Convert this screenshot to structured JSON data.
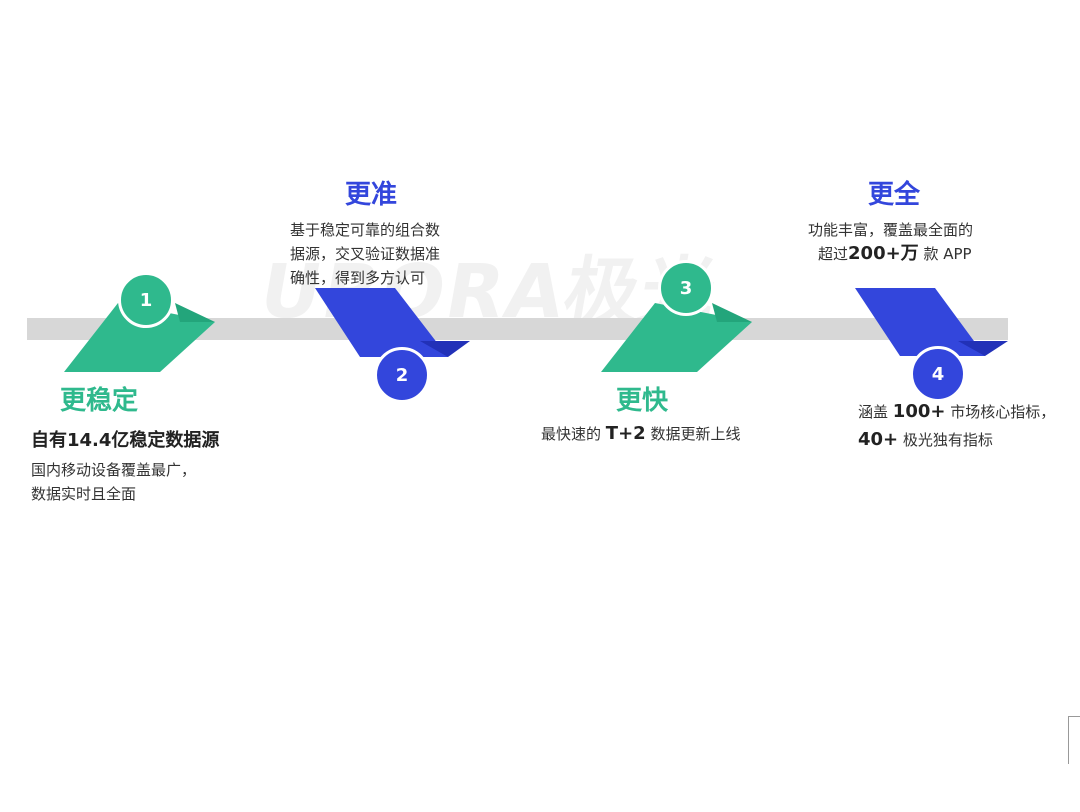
{
  "watermark": "URORA极光",
  "colors": {
    "green": "#2fb98d",
    "blue": "#3346dc",
    "track": "#d7d7d7"
  },
  "steps": [
    {
      "number": "1",
      "title": "更稳定",
      "subtitle": "自有14.4亿稳定数据源",
      "desc_line1": "国内移动设备覆盖最广，",
      "desc_line2": "数据实时且全面"
    },
    {
      "number": "2",
      "title": "更准",
      "desc_line1": "基于稳定可靠的组合数",
      "desc_line2": "据源，交叉验证数据准",
      "desc_line3": "确性，得到多方认可"
    },
    {
      "number": "3",
      "title": "更快",
      "desc_prefix": "最快速的",
      "desc_strong": "T+2",
      "desc_suffix": "数据更新上线"
    },
    {
      "number": "4",
      "title": "更全",
      "desc_line1": "功能丰富，覆盖最全面的",
      "desc_line2_prefix": "超过",
      "desc_line2_strong": "200+万",
      "desc_line2_suffix": "款 APP",
      "metric1_prefix": "涵盖",
      "metric1_strong": "100+",
      "metric1_suffix": "市场核心指标，",
      "metric2_strong": "40+",
      "metric2_suffix": "极光独有指标"
    }
  ]
}
